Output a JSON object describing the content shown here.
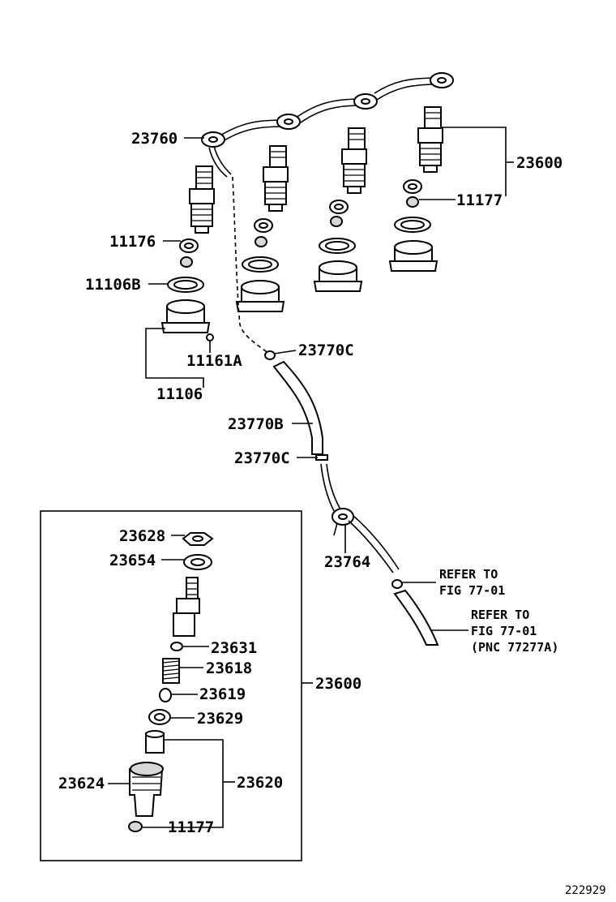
{
  "labels": {
    "p23760": "23760",
    "p23600_top": "23600",
    "p11177_top": "11177",
    "p11176": "11176",
    "p11106B": "11106B",
    "p11161A": "11161A",
    "p11106": "11106",
    "p23770C_top": "23770C",
    "p23770B": "23770B",
    "p23770C_mid": "23770C",
    "p23764": "23764",
    "p23628": "23628",
    "p23654": "23654",
    "p23631": "23631",
    "p23618": "23618",
    "p23619": "23619",
    "p23629": "23629",
    "p23624": "23624",
    "p23620": "23620",
    "p11177_bottom": "11177",
    "p23600_bottom": "23600"
  },
  "refer1": {
    "line1": "REFER TO",
    "line2": "FIG 77-01"
  },
  "refer2": {
    "line1": "REFER TO",
    "line2": "FIG 77-01",
    "line3": "(PNC 77277A)"
  },
  "figure_id": "222929",
  "colors": {
    "line": "#000000",
    "background": "#ffffff"
  }
}
